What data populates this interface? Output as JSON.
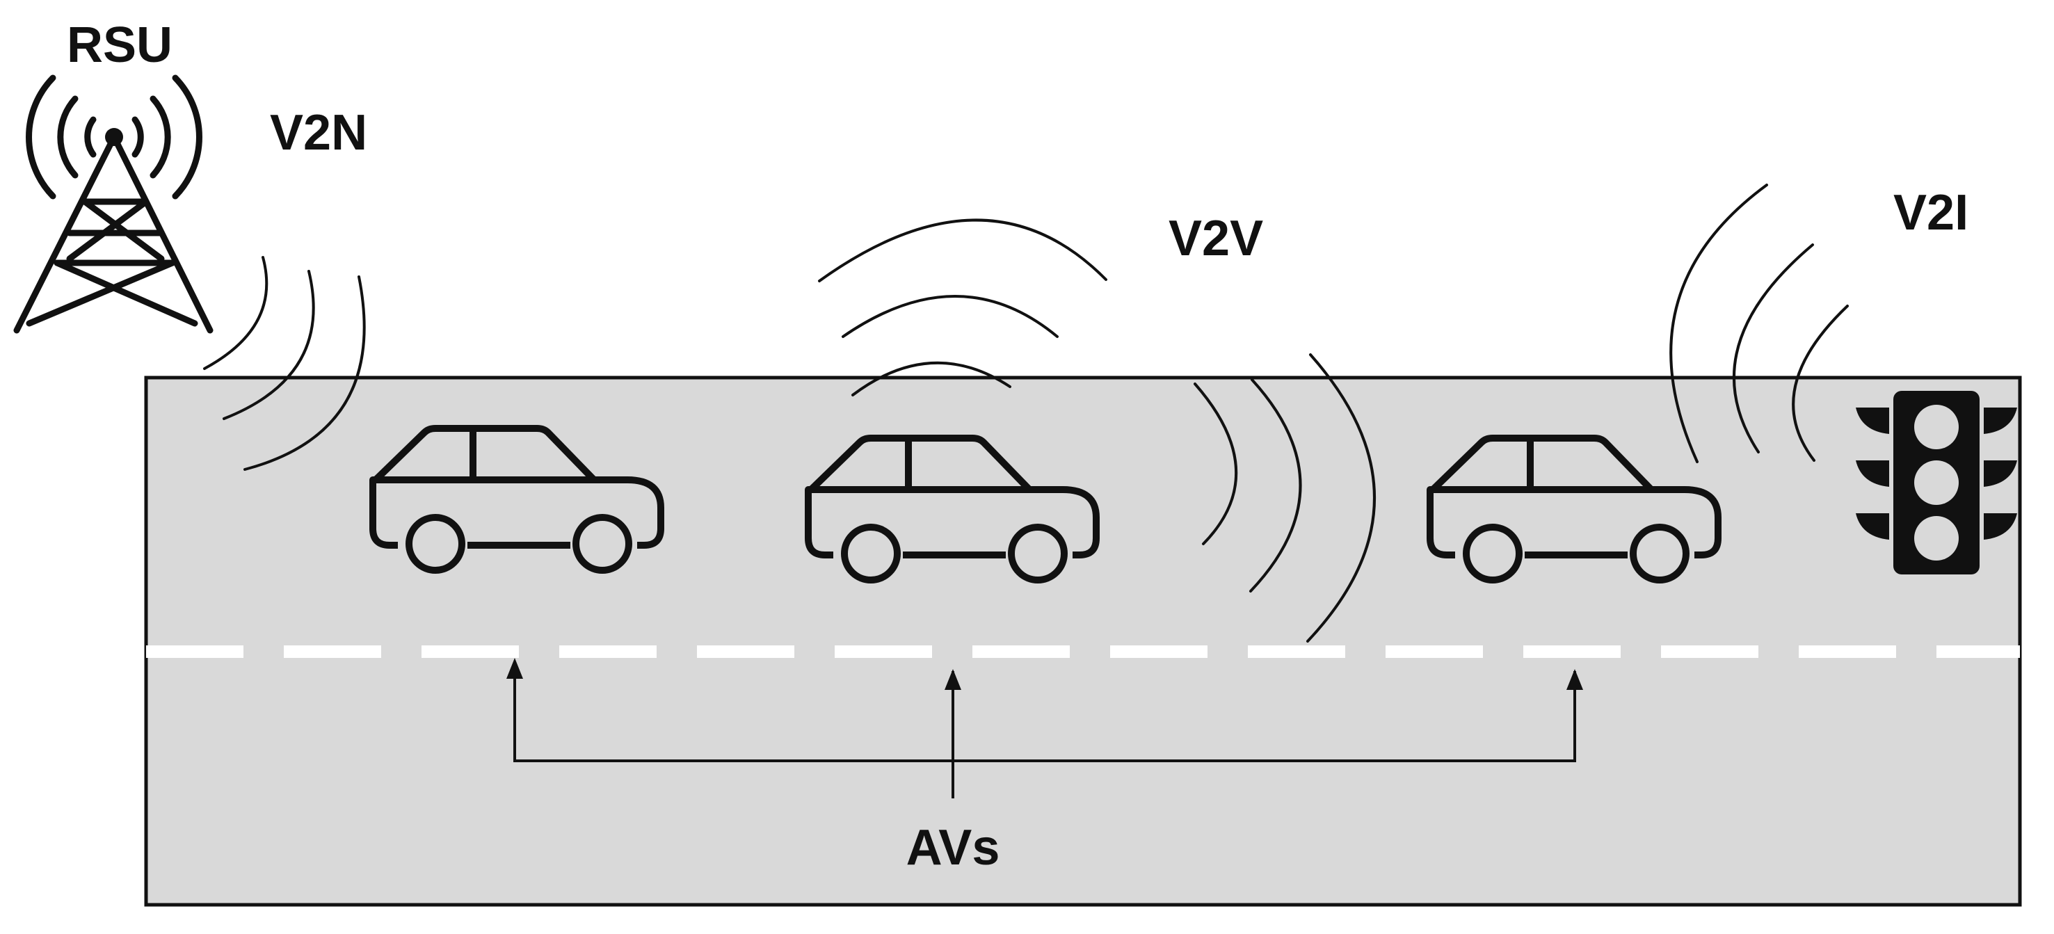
{
  "labels": {
    "rsu": "RSU",
    "v2n": "V2N",
    "v2v": "V2V",
    "v2i": "V2I",
    "avs": "AVs"
  },
  "colors": {
    "road": "#d9d9d9",
    "ink": "#111111",
    "lane_marking": "#ffffff"
  },
  "icons": [
    "rsu-tower-icon",
    "car-icon",
    "traffic-light-icon",
    "wireless-signal-icon"
  ]
}
